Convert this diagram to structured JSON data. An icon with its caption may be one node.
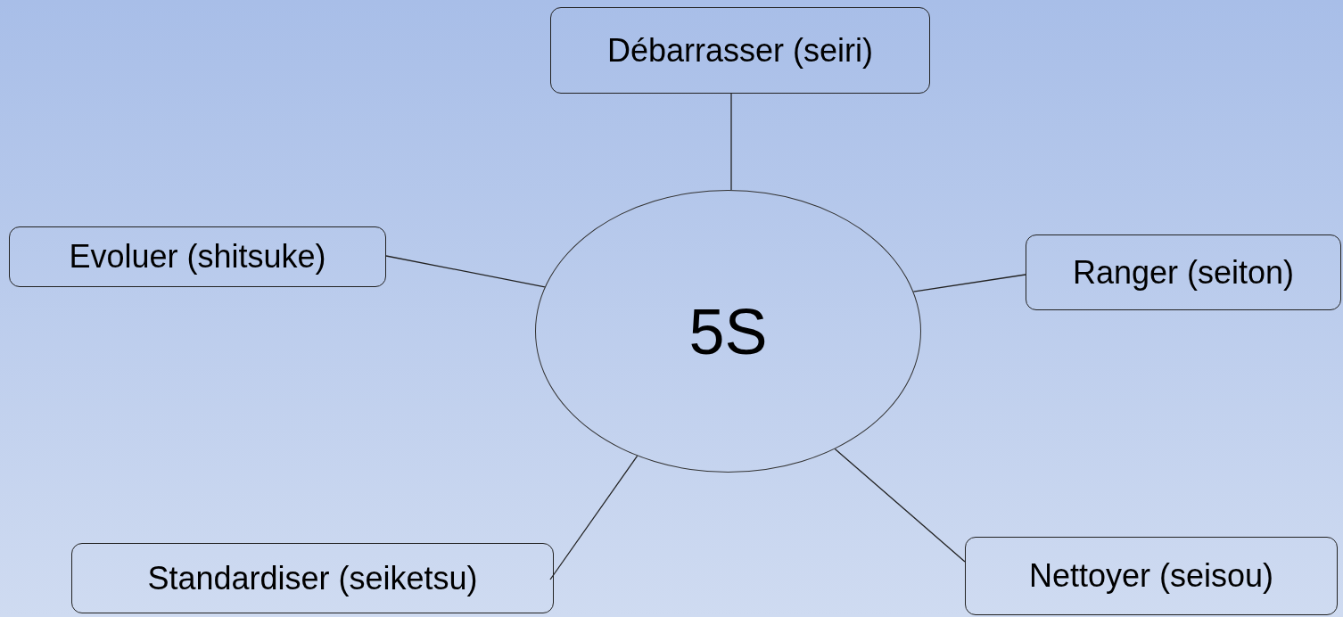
{
  "diagram": {
    "nodes": [
      {
        "text": [
          "Débarrasser (seiri)"
        ]
      },
      {
        "text": [
          "Evoluer (shitsuke)"
        ]
      },
      {
        "text": [
          "Ranger (seiton)"
        ]
      },
      {
        "text": [
          "5S"
        ]
      },
      {
        "text": [
          "Standardiser (seiketsu)"
        ]
      },
      {
        "text": [
          "Nettoyer (seisou)"
        ]
      }
    ],
    "edges": [
      {
        "from": 3,
        "to": 0,
        "arrow": "none"
      },
      {
        "from": 3,
        "to": 1,
        "arrow": "none"
      },
      {
        "from": 3,
        "to": 2,
        "arrow": "none"
      },
      {
        "from": 3,
        "to": 4,
        "arrow": "none"
      },
      {
        "from": 3,
        "to": 5,
        "arrow": "none"
      }
    ]
  }
}
